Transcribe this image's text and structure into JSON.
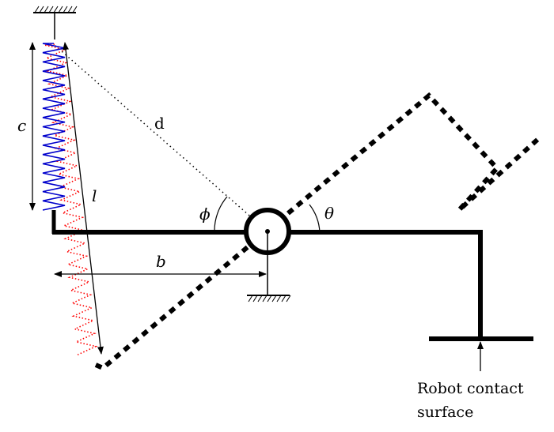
{
  "labels": {
    "c": "c",
    "d": "d",
    "l": "l",
    "phi": "ϕ",
    "theta": "θ",
    "b": "b",
    "caption_line1": "Robot contact",
    "caption_line2": "surface"
  },
  "colors": {
    "ink": "#000000",
    "spring_compressed": "#0000cc",
    "spring_extended": "#ff0000"
  },
  "legend": {}
}
